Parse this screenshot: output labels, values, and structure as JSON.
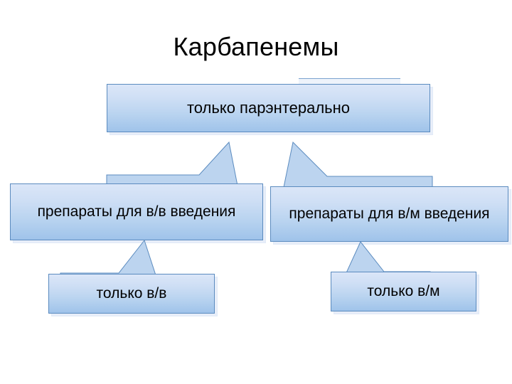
{
  "slide": {
    "title": "Карбапенемы",
    "background_color": "#ffffff",
    "box_fill_top": "#dbe6f8",
    "box_fill_bottom": "#9fc3ea",
    "box_border_color": "#5b8bbf",
    "text_color": "#000000"
  },
  "nodes": {
    "root": {
      "label": "только парэнтерально"
    },
    "branch_iv": {
      "label": "препараты для в/в введения"
    },
    "branch_im": {
      "label": "препараты для в/м введения"
    },
    "leaf_iv": {
      "label": "только в/в"
    },
    "leaf_im": {
      "label": "только в/м"
    }
  },
  "connectors": [
    {
      "name": "root-to-iv",
      "from": "root",
      "to": "branch_iv",
      "style": "tapered-arrow-up"
    },
    {
      "name": "root-to-im",
      "from": "root",
      "to": "branch_im",
      "style": "tapered-arrow-up"
    },
    {
      "name": "iv-to-only",
      "from": "branch_iv",
      "to": "leaf_iv",
      "style": "tapered-arrow-up"
    },
    {
      "name": "im-to-only",
      "from": "branch_im",
      "to": "leaf_im",
      "style": "tapered-arrow-up"
    }
  ]
}
